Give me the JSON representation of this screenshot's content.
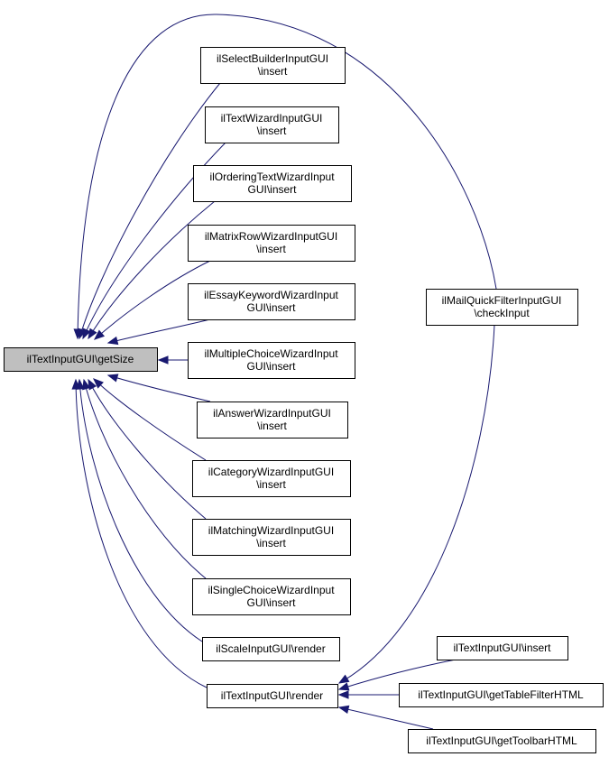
{
  "diagram": {
    "type": "call-graph",
    "edge_color": "#191970",
    "root_fill": "#bfbfbf",
    "nodes": [
      {
        "id": "getSize",
        "lines": [
          "ilTextInputGUI\\getSize"
        ],
        "root": true
      },
      {
        "id": "selectBuilder",
        "lines": [
          "ilSelectBuilderInputGUI",
          "\\insert"
        ]
      },
      {
        "id": "textWizard",
        "lines": [
          "ilTextWizardInputGUI",
          "\\insert"
        ]
      },
      {
        "id": "orderingText",
        "lines": [
          "ilOrderingTextWizardInput",
          "GUI\\insert"
        ]
      },
      {
        "id": "matrixRow",
        "lines": [
          "ilMatrixRowWizardInputGUI",
          "\\insert"
        ]
      },
      {
        "id": "essayKeyword",
        "lines": [
          "ilEssayKeywordWizardInput",
          "GUI\\insert"
        ]
      },
      {
        "id": "multipleChoice",
        "lines": [
          "ilMultipleChoiceWizardInput",
          "GUI\\insert"
        ]
      },
      {
        "id": "answerWizard",
        "lines": [
          "ilAnswerWizardInputGUI",
          "\\insert"
        ]
      },
      {
        "id": "categoryWizard",
        "lines": [
          "ilCategoryWizardInputGUI",
          "\\insert"
        ]
      },
      {
        "id": "matchingWizard",
        "lines": [
          "ilMatchingWizardInputGUI",
          "\\insert"
        ]
      },
      {
        "id": "singleChoice",
        "lines": [
          "ilSingleChoiceWizardInput",
          "GUI\\insert"
        ]
      },
      {
        "id": "scaleRender",
        "lines": [
          "ilScaleInputGUI\\render"
        ]
      },
      {
        "id": "textRender",
        "lines": [
          "ilTextInputGUI\\render"
        ]
      },
      {
        "id": "mailQuickFilter",
        "lines": [
          "ilMailQuickFilterInputGUI",
          "\\checkInput"
        ]
      },
      {
        "id": "textInsert",
        "lines": [
          "ilTextInputGUI\\insert"
        ]
      },
      {
        "id": "tableFilter",
        "lines": [
          "ilTextInputGUI\\getTableFilterHTML"
        ]
      },
      {
        "id": "toolbar",
        "lines": [
          "ilTextInputGUI\\getToolbarHTML"
        ]
      }
    ],
    "edges": [
      {
        "from": "selectBuilder",
        "to": "getSize"
      },
      {
        "from": "textWizard",
        "to": "getSize"
      },
      {
        "from": "orderingText",
        "to": "getSize"
      },
      {
        "from": "matrixRow",
        "to": "getSize"
      },
      {
        "from": "essayKeyword",
        "to": "getSize"
      },
      {
        "from": "multipleChoice",
        "to": "getSize"
      },
      {
        "from": "answerWizard",
        "to": "getSize"
      },
      {
        "from": "categoryWizard",
        "to": "getSize"
      },
      {
        "from": "matchingWizard",
        "to": "getSize"
      },
      {
        "from": "singleChoice",
        "to": "getSize"
      },
      {
        "from": "scaleRender",
        "to": "getSize"
      },
      {
        "from": "textRender",
        "to": "getSize"
      },
      {
        "from": "mailQuickFilter",
        "to": "getSize"
      },
      {
        "from": "mailQuickFilter",
        "to": "textRender"
      },
      {
        "from": "textInsert",
        "to": "textRender"
      },
      {
        "from": "tableFilter",
        "to": "textRender"
      },
      {
        "from": "toolbar",
        "to": "textRender"
      }
    ]
  }
}
